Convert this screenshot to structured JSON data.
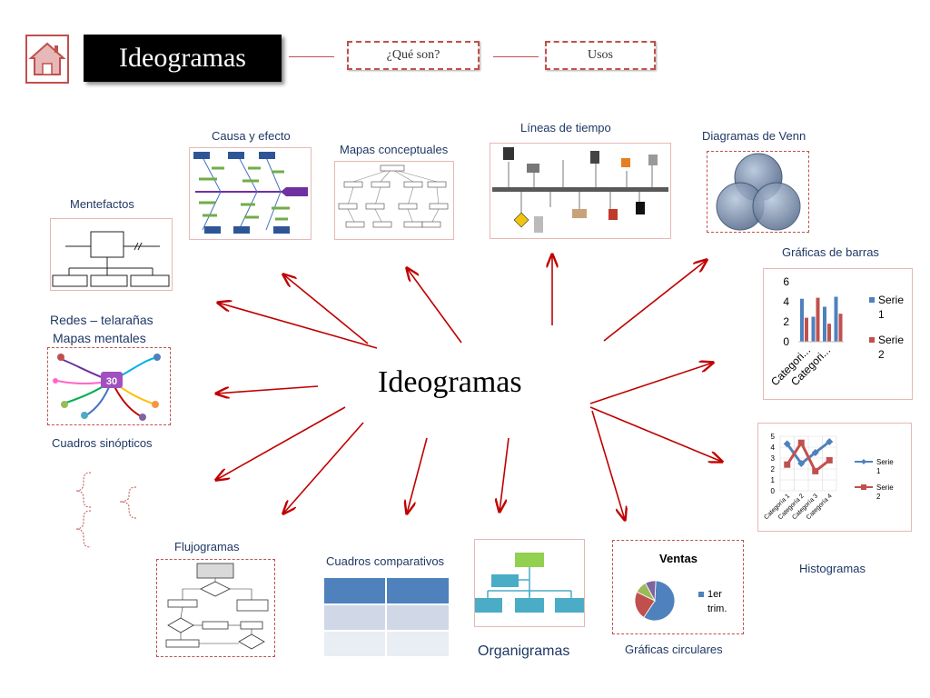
{
  "header": {
    "title": "Ideogramas",
    "nav_que_son": "¿Qué son?",
    "nav_usos": "Usos"
  },
  "center": {
    "title": "Ideogramas"
  },
  "items": {
    "causa_efecto": "Causa y efecto",
    "mapas_conceptuales": "Mapas conceptuales",
    "lineas_tiempo": "Líneas de tiempo",
    "venn": "Diagramas de Venn",
    "mentefactos": "Mentefactos",
    "redes_1": "Redes – telarañas",
    "redes_2": "Mapas mentales",
    "cuadros_sinopticos": "Cuadros sinópticos",
    "flujogramas": "Flujogramas",
    "cuadros_comparativos": "Cuadros comparativos",
    "organigramas": "Organigramas",
    "graficas_circulares": "Gráficas circulares",
    "graficas_barras": "Gráficas de barras",
    "histogramas": "Histogramas"
  },
  "mindmap_badge": "30",
  "colors": {
    "accent_red": "#c0504d",
    "arrow_red": "#c00000",
    "series_blue": "#4f81bd",
    "label_navy": "#1f3864"
  },
  "chart_data": [
    {
      "type": "bar",
      "categories": [
        "Categori...",
        "Categori..."
      ],
      "series": [
        {
          "name": "Serie 1",
          "values": [
            4.3,
            2.5,
            3.5,
            4.5
          ]
        },
        {
          "name": "Serie 2",
          "values": [
            2.4,
            4.4,
            1.8,
            2.8
          ]
        }
      ],
      "y_ticks": [
        "0",
        "2",
        "4",
        "6"
      ],
      "ylim": [
        0,
        6
      ],
      "legend": "right"
    },
    {
      "type": "line",
      "categories": [
        "Categoría 1",
        "Categoría 2",
        "Categoría 3",
        "Categoría 4"
      ],
      "series": [
        {
          "name": "Serie 1",
          "values": [
            4.3,
            2.5,
            3.5,
            4.5
          ]
        },
        {
          "name": "Serie 2",
          "values": [
            2.4,
            4.4,
            1.8,
            2.8
          ]
        }
      ],
      "y_ticks": [
        "0",
        "1",
        "2",
        "3",
        "4",
        "5"
      ],
      "ylim": [
        0,
        5
      ],
      "legend": "right",
      "grid": true
    },
    {
      "type": "pie",
      "title": "Ventas",
      "values": [
        8.2,
        3.2,
        1.4,
        1.2
      ],
      "legend": [
        "1er trim."
      ],
      "colors": [
        "#4f81bd",
        "#c0504d",
        "#9bbb59",
        "#8064a2"
      ]
    }
  ]
}
